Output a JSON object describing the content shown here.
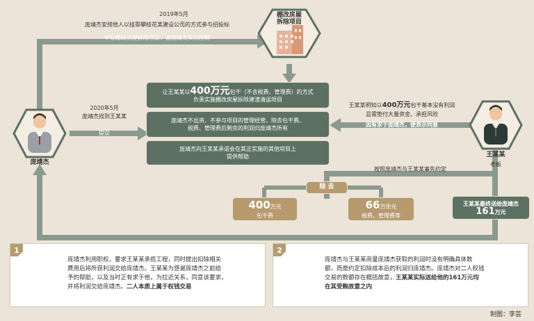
{
  "top_flow": {
    "date": "2019年5月",
    "line1": "庞靖杰安排他人以挂靠攀枝花某建设公司的方式参与招投标",
    "line2": "中标棚改房屋拆除项目，由庞靖杰实际控制"
  },
  "project_hex": {
    "line1": "棚改房屋",
    "line2": "拆除项目"
  },
  "left_person": {
    "name": "庞靖杰"
  },
  "right_person": {
    "name": "王某某",
    "role": "老板"
  },
  "proposal": {
    "date": "2020年5月",
    "line1": "庞靖杰找到王某某",
    "line2": "提议"
  },
  "center_boxes": [
    {
      "pre": "让王某某以",
      "big": "400万元",
      "post": "包干（不含税费、管理费）的方式",
      "line2": "负责实施棚改房屋拆除建渣清运项目"
    },
    {
      "line1": "庞靖杰不出资、不参与项目的管理经营，除去包干费、",
      "line2": "税费、管理费后剩余的利润归庞靖杰所有"
    },
    {
      "line1": "庞靖杰向王某某承诺会在其正实施的其他项目上",
      "line2": "提供帮助"
    }
  ],
  "right_reason": {
    "pre": "王某某明知以",
    "big": "400万元",
    "post": "包干基本没有利润",
    "line2": "且需垫付大量资金、承担风险",
    "line3": "因有求于庞靖杰，便表示同意"
  },
  "agreement": {
    "label": "按照庞靖杰与王某某事先约定",
    "deduct": "除 去",
    "box_left": {
      "big": "400",
      "unit": "万元",
      "sub": "包干费"
    },
    "box_right": {
      "big": "66",
      "unit": "万余元",
      "sub": "税费、管理费等"
    },
    "final": {
      "line1": "王某某最终送给庞靖杰",
      "big": "161",
      "unit": "万元"
    }
  },
  "panel1": {
    "num": "1",
    "t1": "庞靖杰利用职权，要求王某某承揽工程，同时提出扣除相关",
    "t2": "费用后将所获利润交给庞靖杰。王某某为感谢庞靖杰之前给",
    "t3": "予的帮助，以及当时正有求于他，为拉近关系，同意该要求，",
    "t4": "并将利润交给庞靖杰。",
    "t4b": "二人本质上属于权钱交易"
  },
  "panel2": {
    "num": "2",
    "t1": "庞靖杰与王某某商量庞靖杰获取的利润时没有明确具体数",
    "t2": "额，而是约定扣除成本后的利润归庞靖杰。庞靖杰对二人权钱",
    "t3": "交易的数额存在概括故意，",
    "t3b": "王某某实际送给他的161万元均",
    "t4b": "在其受贿故意之内"
  },
  "credit": "制图：李芸",
  "colors": {
    "green": "#5d7163",
    "tan": "#b79a6e",
    "bg": "#ece4d8"
  }
}
